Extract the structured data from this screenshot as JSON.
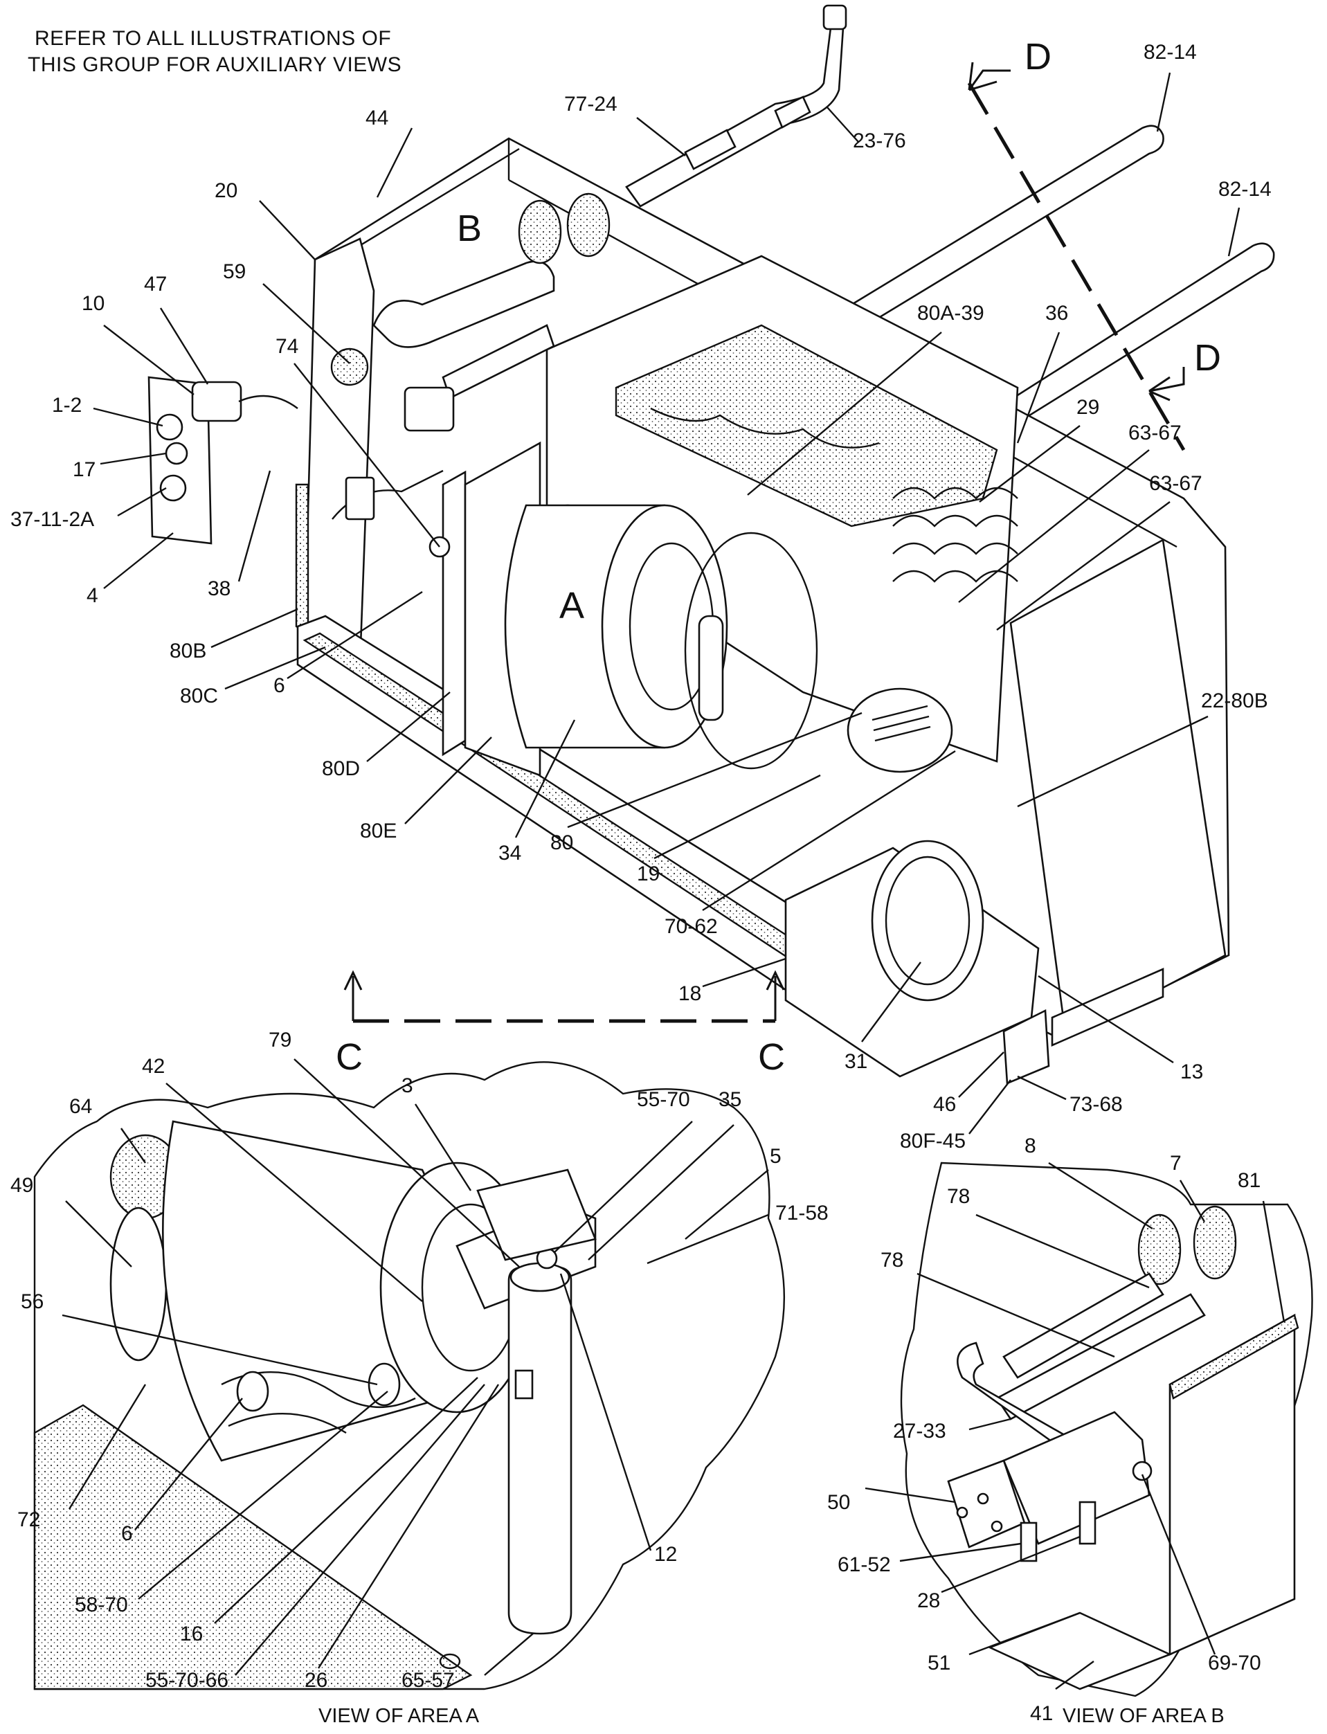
{
  "note": [
    "REFER TO ALL ILLUSTRATIONS OF",
    "THIS GROUP FOR AUXILIARY VIEWS"
  ],
  "captions": {
    "view_a": "VIEW OF AREA A",
    "view_b": "VIEW OF AREA B"
  },
  "area_letters": {
    "a": "A",
    "b": "B",
    "c": "C",
    "d": "D"
  },
  "callouts": [
    {
      "id": "44",
      "text": "44"
    },
    {
      "id": "20",
      "text": "20"
    },
    {
      "id": "10",
      "text": "10"
    },
    {
      "id": "47",
      "text": "47"
    },
    {
      "id": "59",
      "text": "59"
    },
    {
      "id": "74",
      "text": "74"
    },
    {
      "id": "1-2",
      "text": "1-2"
    },
    {
      "id": "17",
      "text": "17"
    },
    {
      "id": "37-11-2A",
      "text": "37-11-2A"
    },
    {
      "id": "4",
      "text": "4"
    },
    {
      "id": "38",
      "text": "38"
    },
    {
      "id": "80B",
      "text": "80B"
    },
    {
      "id": "80C",
      "text": "80C"
    },
    {
      "id": "6a",
      "text": "6"
    },
    {
      "id": "80D",
      "text": "80D"
    },
    {
      "id": "80E",
      "text": "80E"
    },
    {
      "id": "34",
      "text": "34"
    },
    {
      "id": "80",
      "text": "80"
    },
    {
      "id": "19",
      "text": "19"
    },
    {
      "id": "70-62",
      "text": "70-62"
    },
    {
      "id": "18",
      "text": "18"
    },
    {
      "id": "31",
      "text": "31"
    },
    {
      "id": "13",
      "text": "13"
    },
    {
      "id": "46",
      "text": "46"
    },
    {
      "id": "73-68",
      "text": "73-68"
    },
    {
      "id": "80F-45",
      "text": "80F-45"
    },
    {
      "id": "77-24",
      "text": "77-24"
    },
    {
      "id": "23-76",
      "text": "23-76"
    },
    {
      "id": "82-14a",
      "text": "82-14"
    },
    {
      "id": "82-14b",
      "text": "82-14"
    },
    {
      "id": "80A-39",
      "text": "80A-39"
    },
    {
      "id": "36",
      "text": "36"
    },
    {
      "id": "29",
      "text": "29"
    },
    {
      "id": "63-67a",
      "text": "63-67"
    },
    {
      "id": "63-67b",
      "text": "63-67"
    },
    {
      "id": "22-80B",
      "text": "22-80B"
    },
    {
      "id": "79",
      "text": "79"
    },
    {
      "id": "42",
      "text": "42"
    },
    {
      "id": "3",
      "text": "3"
    },
    {
      "id": "55-70",
      "text": "55-70"
    },
    {
      "id": "35",
      "text": "35"
    },
    {
      "id": "5",
      "text": "5"
    },
    {
      "id": "71-58",
      "text": "71-58"
    },
    {
      "id": "64",
      "text": "64"
    },
    {
      "id": "49",
      "text": "49"
    },
    {
      "id": "56",
      "text": "56"
    },
    {
      "id": "72",
      "text": "72"
    },
    {
      "id": "6b",
      "text": "6"
    },
    {
      "id": "58-70",
      "text": "58-70"
    },
    {
      "id": "16",
      "text": "16"
    },
    {
      "id": "55-70-66",
      "text": "55-70-66"
    },
    {
      "id": "26",
      "text": "26"
    },
    {
      "id": "65-57",
      "text": "65-57"
    },
    {
      "id": "12",
      "text": "12"
    },
    {
      "id": "8",
      "text": "8"
    },
    {
      "id": "7",
      "text": "7"
    },
    {
      "id": "81",
      "text": "81"
    },
    {
      "id": "78a",
      "text": "78"
    },
    {
      "id": "78b",
      "text": "78"
    },
    {
      "id": "27-33",
      "text": "27-33"
    },
    {
      "id": "50",
      "text": "50"
    },
    {
      "id": "61-52",
      "text": "61-52"
    },
    {
      "id": "28",
      "text": "28"
    },
    {
      "id": "51",
      "text": "51"
    },
    {
      "id": "41",
      "text": "41"
    },
    {
      "id": "69-70",
      "text": "69-70"
    }
  ]
}
